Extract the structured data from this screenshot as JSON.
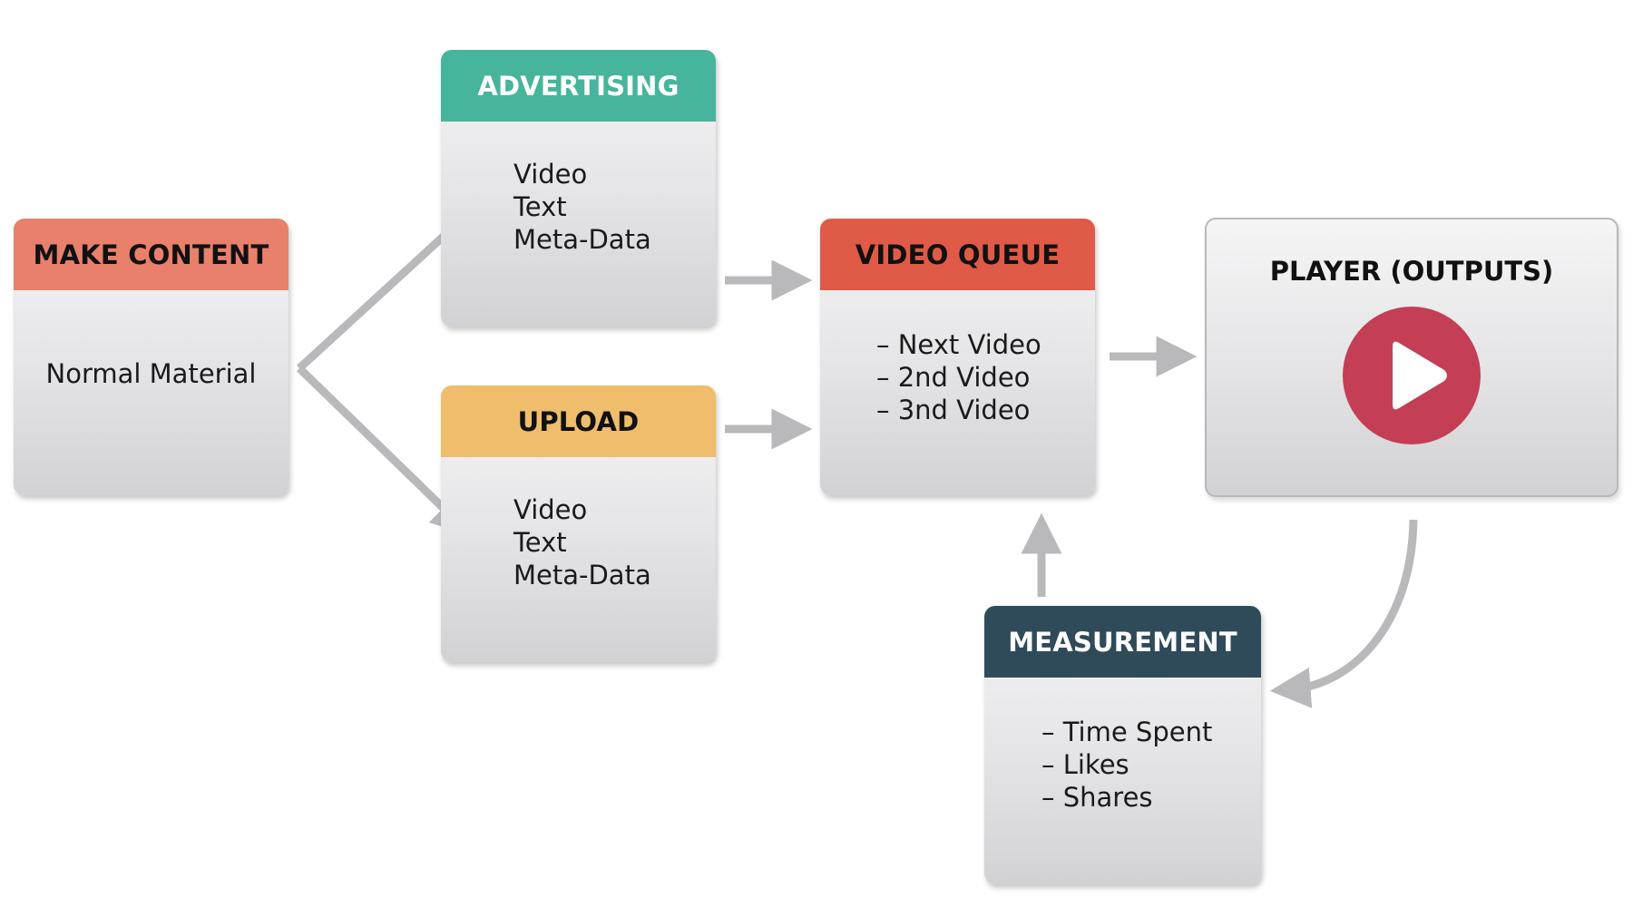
{
  "make_content": {
    "title": "MAKE CONTENT",
    "lines": [
      "Normal Material"
    ]
  },
  "advertising": {
    "title": "ADVERTISING",
    "lines": [
      "Video",
      "Text",
      "Meta-Data"
    ]
  },
  "upload": {
    "title": "UPLOAD",
    "lines": [
      "Video",
      "Text",
      "Meta-Data"
    ]
  },
  "video_queue": {
    "title": "VIDEO QUEUE",
    "lines": [
      "– Next Video",
      "– 2nd Video",
      "– 3nd Video"
    ]
  },
  "player": {
    "title": "PLAYER (OUTPUTS)",
    "icon": "play-icon"
  },
  "measurement": {
    "title": "MEASUREMENT",
    "lines": [
      "– Time Spent",
      "– Likes",
      "– Shares"
    ]
  },
  "colors": {
    "make_content_header": "#e8806b",
    "advertising_header": "#46b59b",
    "upload_header": "#efbd6c",
    "video_queue_header": "#e05a48",
    "measurement_header": "#2f4b5a",
    "play_button": "#c43e55",
    "arrow": "#b9b9bb"
  }
}
